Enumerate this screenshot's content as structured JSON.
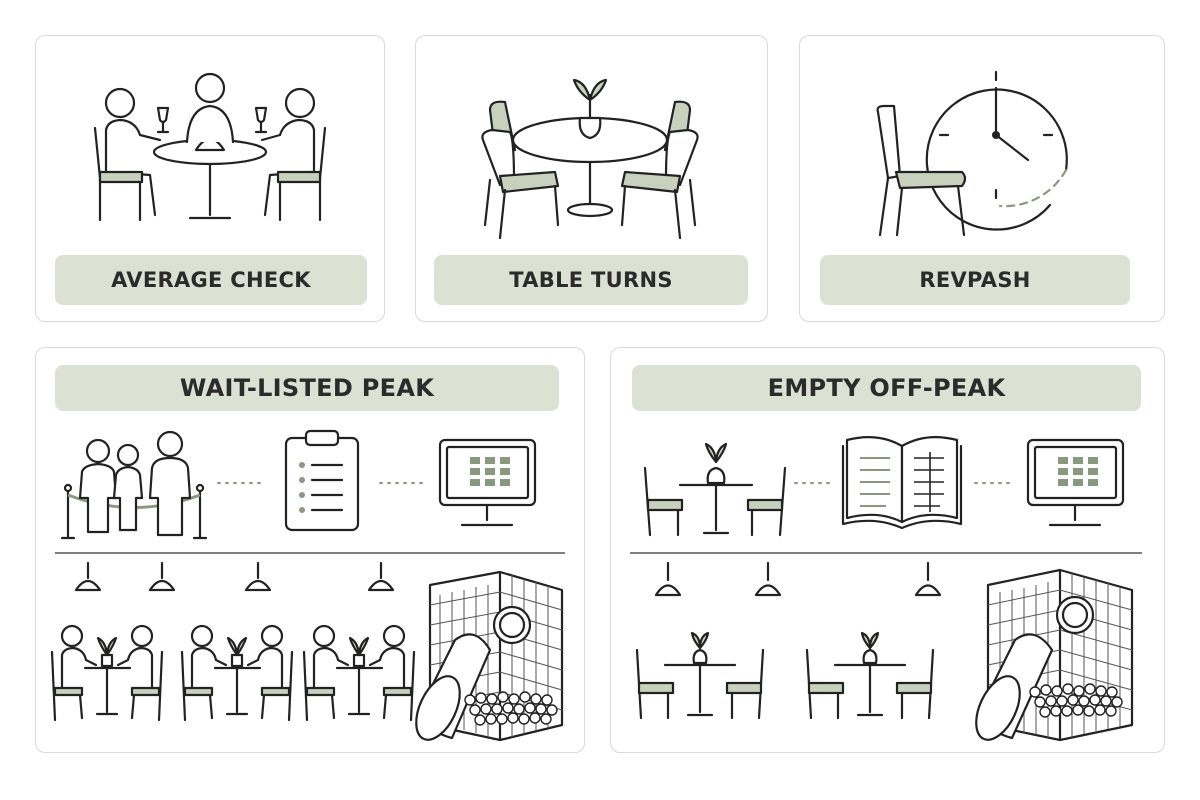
{
  "cards": {
    "average_check": {
      "label": "AVERAGE CHECK"
    },
    "table_turns": {
      "label": "TABLE TURNS"
    },
    "revpash": {
      "label": "REVPASH"
    }
  },
  "scenarios": {
    "wait_listed_peak": {
      "label": "WAIT-LISTED PEAK"
    },
    "empty_off_peak": {
      "label": "EMPTY OFF-PEAK"
    }
  },
  "colors": {
    "accent": "#dbe1d3",
    "accent_fill": "#c8d1bd",
    "border": "#d9d9d6",
    "ink": "#222222"
  }
}
